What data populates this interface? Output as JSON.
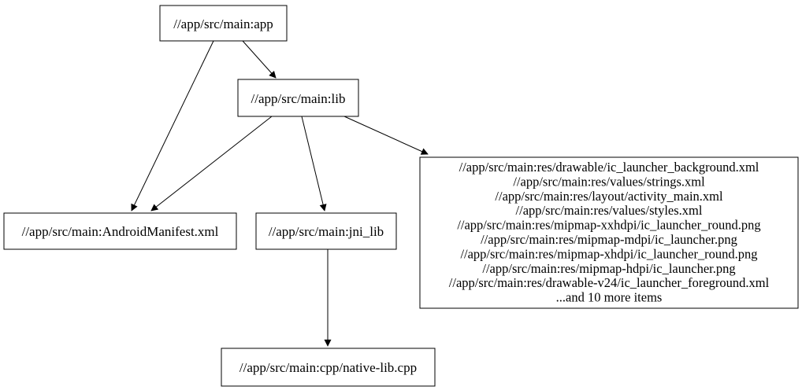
{
  "diagram": {
    "type": "dependency-graph",
    "background_color": "#ffffff",
    "node_fill_color": "#ffffff",
    "node_border_color": "#000000",
    "edge_color": "#000000",
    "text_color": "#000000",
    "nodes": {
      "app": {
        "label": "//app/src/main:app"
      },
      "lib": {
        "label": "//app/src/main:lib"
      },
      "android_manifest": {
        "label": "//app/src/main:AndroidManifest.xml"
      },
      "jni_lib": {
        "label": "//app/src/main:jni_lib"
      },
      "native_lib_cpp": {
        "label": "//app/src/main:cpp/native-lib.cpp"
      },
      "resources": {
        "lines": [
          "//app/src/main:res/drawable/ic_launcher_background.xml",
          "//app/src/main:res/values/strings.xml",
          "//app/src/main:res/layout/activity_main.xml",
          "//app/src/main:res/values/styles.xml",
          "//app/src/main:res/mipmap-xxhdpi/ic_launcher_round.png",
          "//app/src/main:res/mipmap-mdpi/ic_launcher.png",
          "//app/src/main:res/mipmap-xhdpi/ic_launcher_round.png",
          "//app/src/main:res/mipmap-hdpi/ic_launcher.png",
          "//app/src/main:res/drawable-v24/ic_launcher_foreground.xml",
          "...and 10 more items"
        ]
      }
    },
    "edges": [
      {
        "from": "app",
        "to": "lib"
      },
      {
        "from": "app",
        "to": "android_manifest"
      },
      {
        "from": "lib",
        "to": "android_manifest"
      },
      {
        "from": "lib",
        "to": "jni_lib"
      },
      {
        "from": "lib",
        "to": "resources"
      },
      {
        "from": "jni_lib",
        "to": "native_lib_cpp"
      }
    ]
  }
}
